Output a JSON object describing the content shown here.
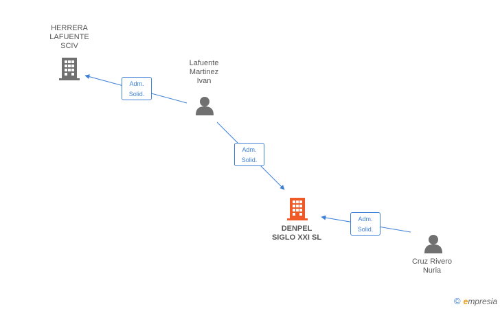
{
  "nodes": {
    "herrera": {
      "label": "HERRERA\nLAFUENTE\nSCIV",
      "type": "company"
    },
    "lafuente": {
      "label": "Lafuente\nMartinez\nIvan",
      "type": "person"
    },
    "denpel": {
      "label": "DENPEL\nSIGLO XXI SL",
      "type": "company-focus"
    },
    "cruz": {
      "label": "Cruz Rivero\nNuria",
      "type": "person"
    }
  },
  "edges": {
    "e1": {
      "line1": "Adm.",
      "line2": "Solid."
    },
    "e2": {
      "line1": "Adm.",
      "line2": "Solid."
    },
    "e3": {
      "line1": "Adm.",
      "line2": "Solid."
    }
  },
  "colors": {
    "edge": "#3d7fd6",
    "company": "#707070",
    "focus": "#f05a28",
    "person": "#707070"
  },
  "watermark": {
    "symbol": "©",
    "brand_initial": "e",
    "brand_rest": "mpresia"
  }
}
